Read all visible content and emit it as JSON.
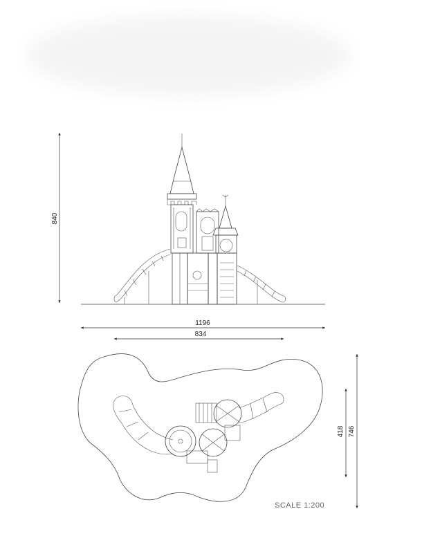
{
  "elevation": {
    "height_label": "840",
    "width_label": "1196",
    "inner_width_label": "834"
  },
  "plan": {
    "depth_label": "746",
    "inner_depth_label": "418"
  },
  "scale_label": "SCALE 1:200",
  "colors": {
    "line": "#444444",
    "halo": "#f7f7f7",
    "text": "#222222",
    "scale_text": "#666666"
  }
}
